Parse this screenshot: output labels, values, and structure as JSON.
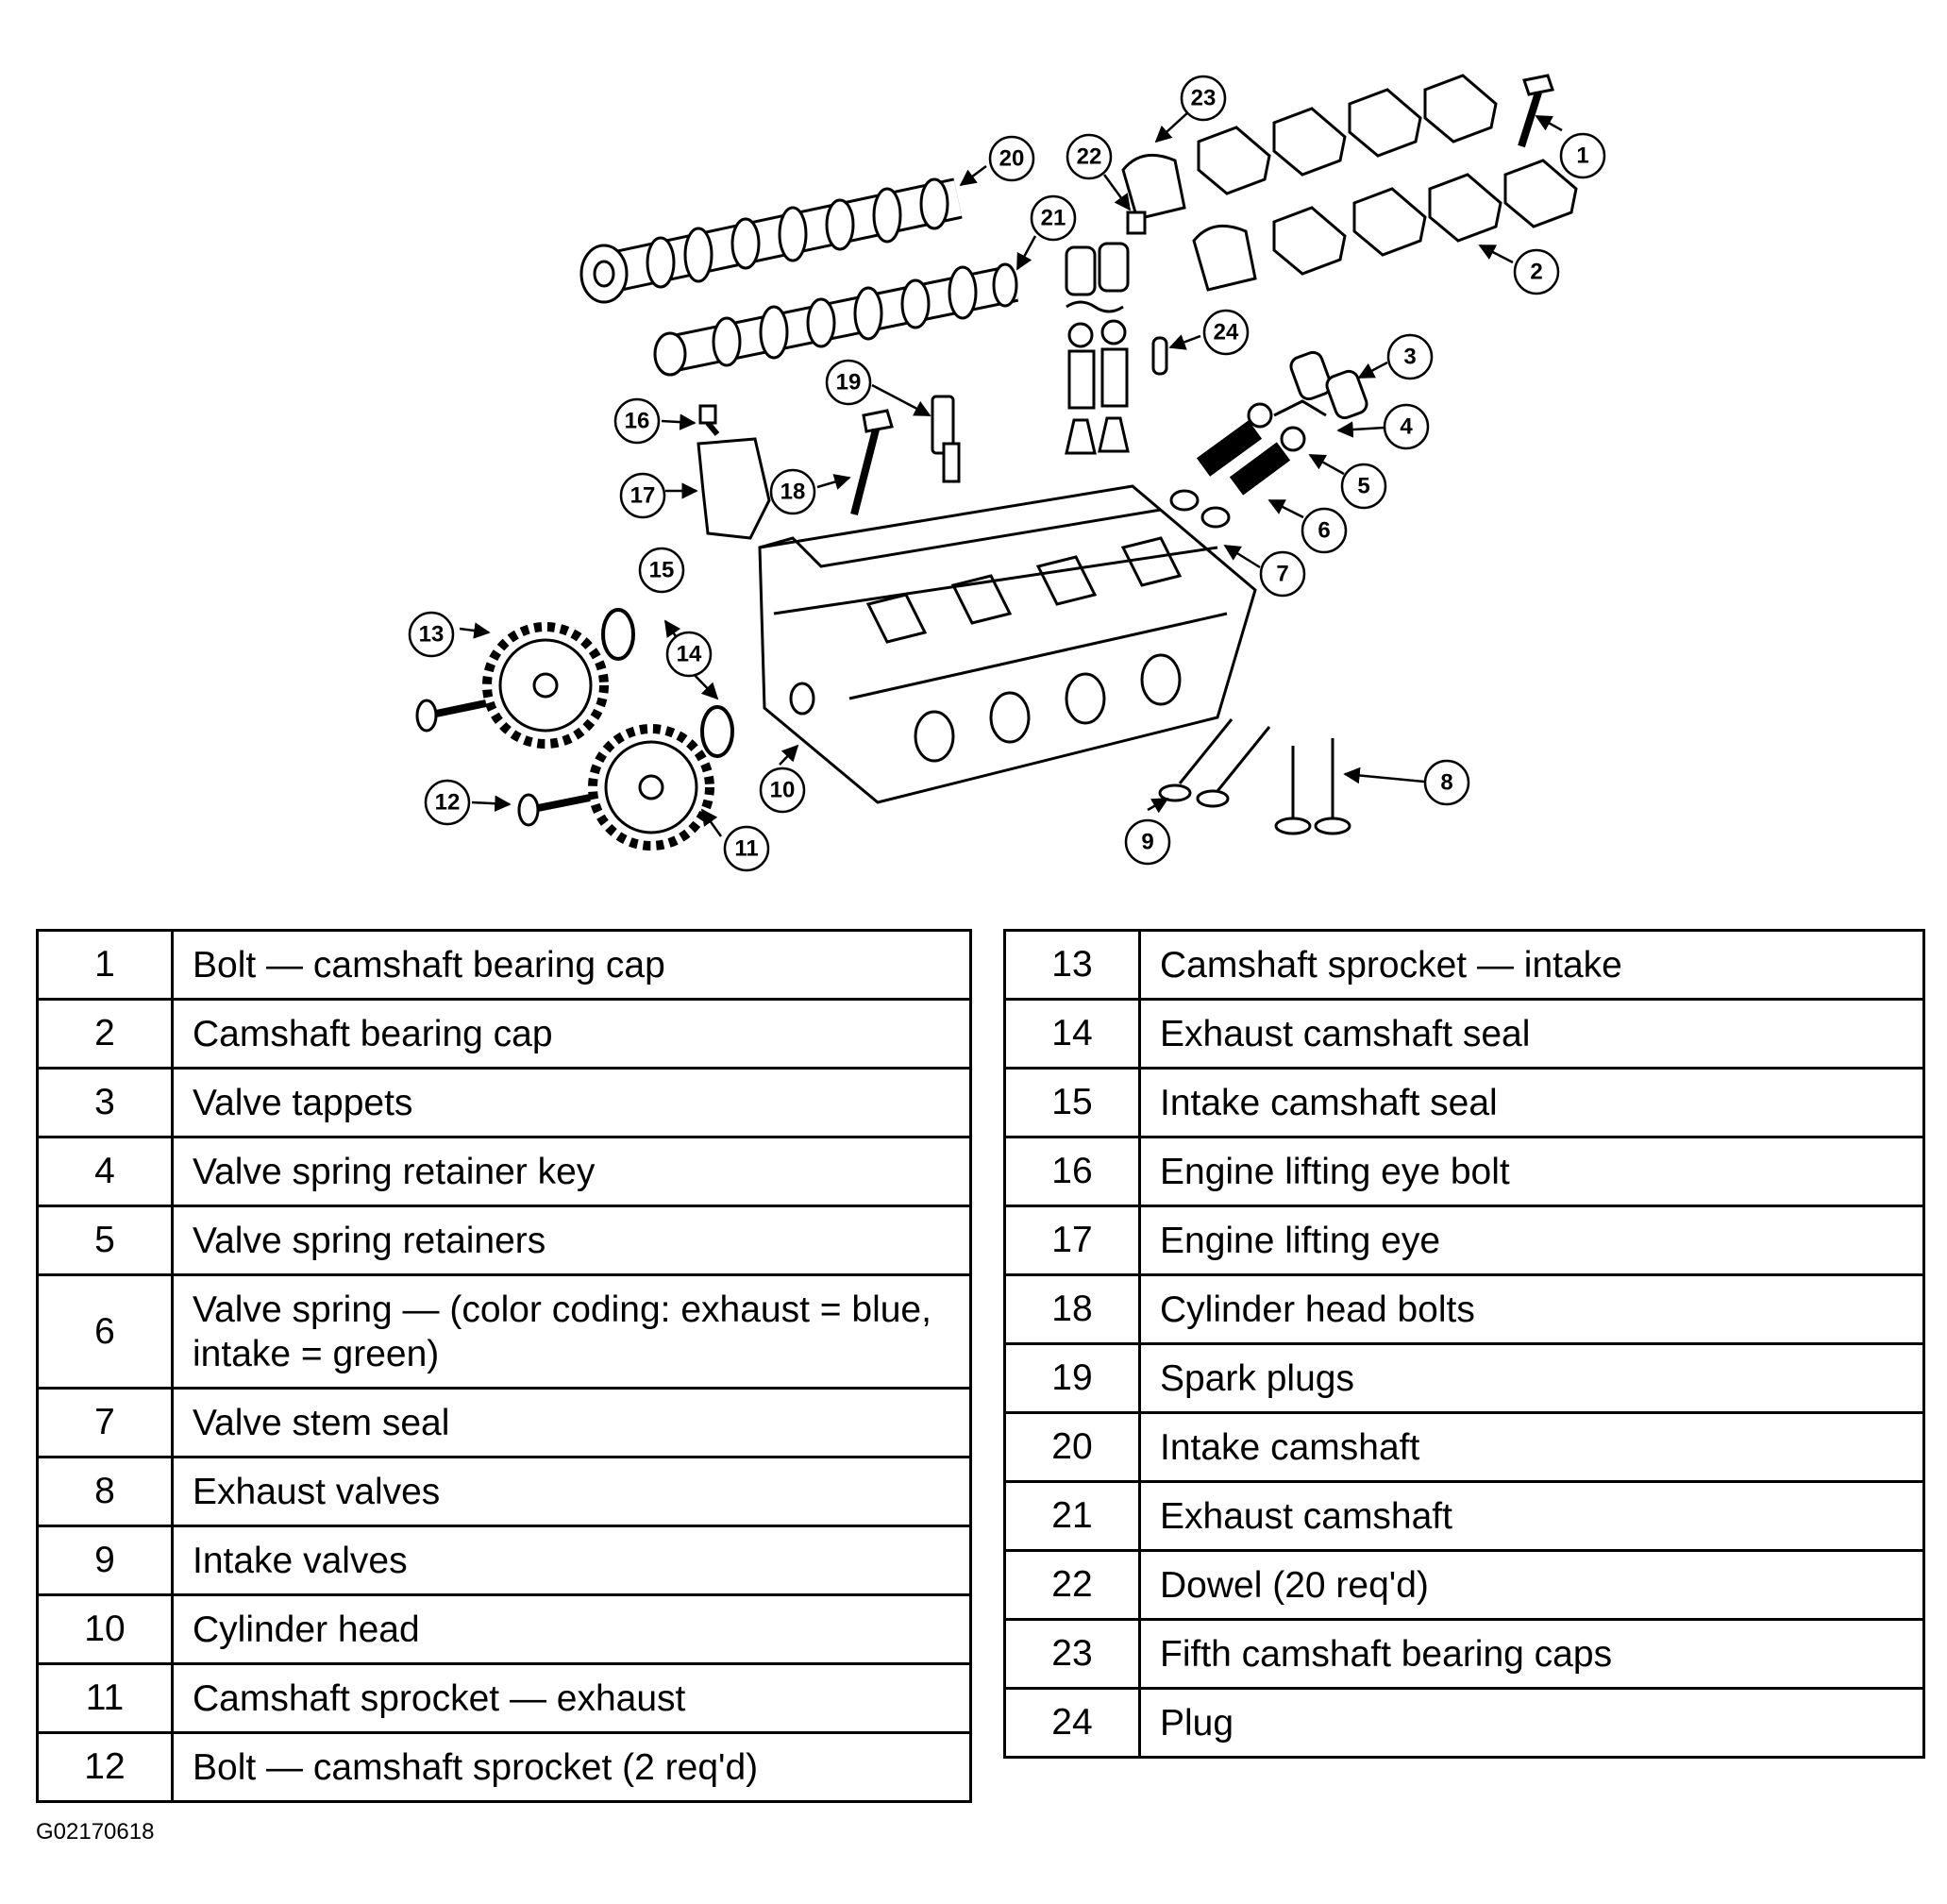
{
  "callouts": {
    "c1": "1",
    "c2": "2",
    "c3": "3",
    "c4": "4",
    "c5": "5",
    "c6": "6",
    "c7": "7",
    "c8": "8",
    "c9": "9",
    "c10": "10",
    "c11": "11",
    "c12": "12",
    "c13": "13",
    "c14": "14",
    "c15": "15",
    "c16": "16",
    "c17": "17",
    "c18": "18",
    "c19": "19",
    "c20": "20",
    "c21": "21",
    "c22": "22",
    "c23": "23",
    "c24": "24"
  },
  "legend_left": [
    {
      "num": "1",
      "desc": "Bolt — camshaft bearing cap"
    },
    {
      "num": "2",
      "desc": "Camshaft bearing cap"
    },
    {
      "num": "3",
      "desc": "Valve tappets"
    },
    {
      "num": "4",
      "desc": "Valve spring retainer key"
    },
    {
      "num": "5",
      "desc": "Valve spring retainers"
    },
    {
      "num": "6",
      "desc": "Valve spring — (color coding:  exhaust = blue, intake = green)"
    },
    {
      "num": "7",
      "desc": "Valve stem seal"
    },
    {
      "num": "8",
      "desc": "Exhaust valves"
    },
    {
      "num": "9",
      "desc": "Intake valves"
    },
    {
      "num": "10",
      "desc": "Cylinder head"
    },
    {
      "num": "11",
      "desc": "Camshaft sprocket — exhaust"
    },
    {
      "num": "12",
      "desc": "Bolt — camshaft sprocket (2 req'd)"
    }
  ],
  "legend_right": [
    {
      "num": "13",
      "desc": "Camshaft sprocket — intake"
    },
    {
      "num": "14",
      "desc": "Exhaust camshaft seal"
    },
    {
      "num": "15",
      "desc": "Intake camshaft seal"
    },
    {
      "num": "16",
      "desc": "Engine lifting eye bolt"
    },
    {
      "num": "17",
      "desc": "Engine lifting eye"
    },
    {
      "num": "18",
      "desc": "Cylinder head bolts"
    },
    {
      "num": "19",
      "desc": "Spark plugs"
    },
    {
      "num": "20",
      "desc": "Intake camshaft"
    },
    {
      "num": "21",
      "desc": "Exhaust camshaft"
    },
    {
      "num": "22",
      "desc": "Dowel (20 req'd)"
    },
    {
      "num": "23",
      "desc": "Fifth camshaft bearing caps"
    },
    {
      "num": "24",
      "desc": "Plug"
    }
  ],
  "figure_id": "G02170618"
}
